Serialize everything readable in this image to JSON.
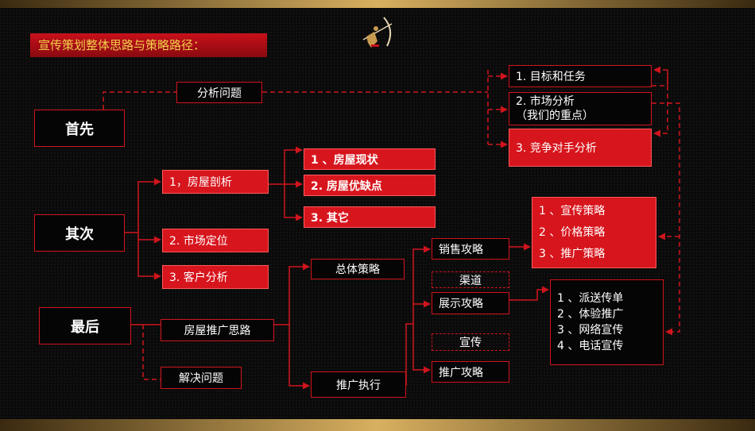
{
  "title": "宣传策划整体思路与策略路径：",
  "nodes": {
    "shouxian": "首先",
    "qici": "其次",
    "zuihou": "最后",
    "fenxi_wenti": "分析问题",
    "mubiao": "1. 目标和任务",
    "shichang_fenxi_1": "2. 市场分析",
    "shichang_fenxi_2": "（我们的重点）",
    "jingzheng": "3. 竞争对手分析",
    "fangwu_pouxi": "1，房屋剖析",
    "shichang_dingwei": "2. 市场定位",
    "kehu_fenxi": "3. 客户分析",
    "xianzhuang": "1 、房屋现状",
    "youquedian": "2. 房屋优缺点",
    "qita": "3. 其它",
    "celue": [
      "1 、宣传策略",
      "2 、价格策略",
      "3 、推广策略"
    ],
    "xiaoshou": "销售攻略",
    "qudao": "渠道",
    "zhanshi": "展示攻略",
    "xuanchuan": "宣传",
    "tuiguang_gonglue": "推广攻略",
    "zongti": "总体策略",
    "tuiguang_zhixing": "推广执行",
    "fangwu_tuiguang": "房屋推广思路",
    "jiejue": "解决问题",
    "actions": [
      "1 、派送传单",
      "2 、体验推广",
      "3 、网络宣传",
      "4 、电话宣传"
    ]
  },
  "colors": {
    "accent": "#d7151d",
    "title_text": "#f2d04a",
    "background": "#0a0a0a"
  }
}
